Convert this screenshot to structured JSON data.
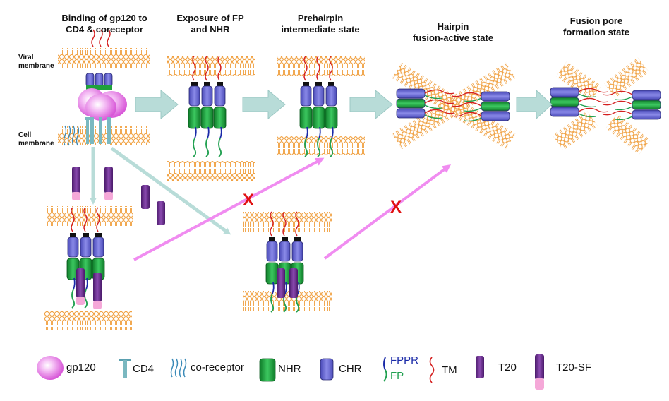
{
  "stages": [
    {
      "line1": "Binding of gp120 to",
      "line2": "CD4 & coreceptor"
    },
    {
      "line1": "Exposure of FP",
      "line2": "and NHR"
    },
    {
      "line1": "Prehairpin",
      "line2": "intermediate state"
    },
    {
      "line1": "Hairpin",
      "line2": "fusion-active state"
    },
    {
      "line1": "Fusion pore",
      "line2": "formation state"
    }
  ],
  "membranes": {
    "viral_line1": "Viral",
    "viral_line2": "membrane",
    "cell_line1": "Cell",
    "cell_line2": "membrane"
  },
  "inhibition_mark": "X",
  "legend": {
    "gp120": "gp120",
    "cd4": "CD4",
    "coreceptor": "co-receptor",
    "nhr": "NHR",
    "chr": "CHR",
    "fppr": "FPPR",
    "fp": "FP",
    "tm": "TM",
    "t20": "T20",
    "t20sf": "T20-SF"
  },
  "colors": {
    "chr": "#6a6acf",
    "nhr": "#1fa03c",
    "t20": "#6b2a8c",
    "t20_tip": "#f5a8d8",
    "gp120": "#e070e0",
    "membrane": "#f0a040",
    "arrow_teal": "#b8dcd8",
    "arrow_pink": "#f08cf0",
    "x_mark": "#e01010",
    "fppr": "#1a2aa8",
    "fp": "#20a050",
    "tm": "#d42020"
  }
}
